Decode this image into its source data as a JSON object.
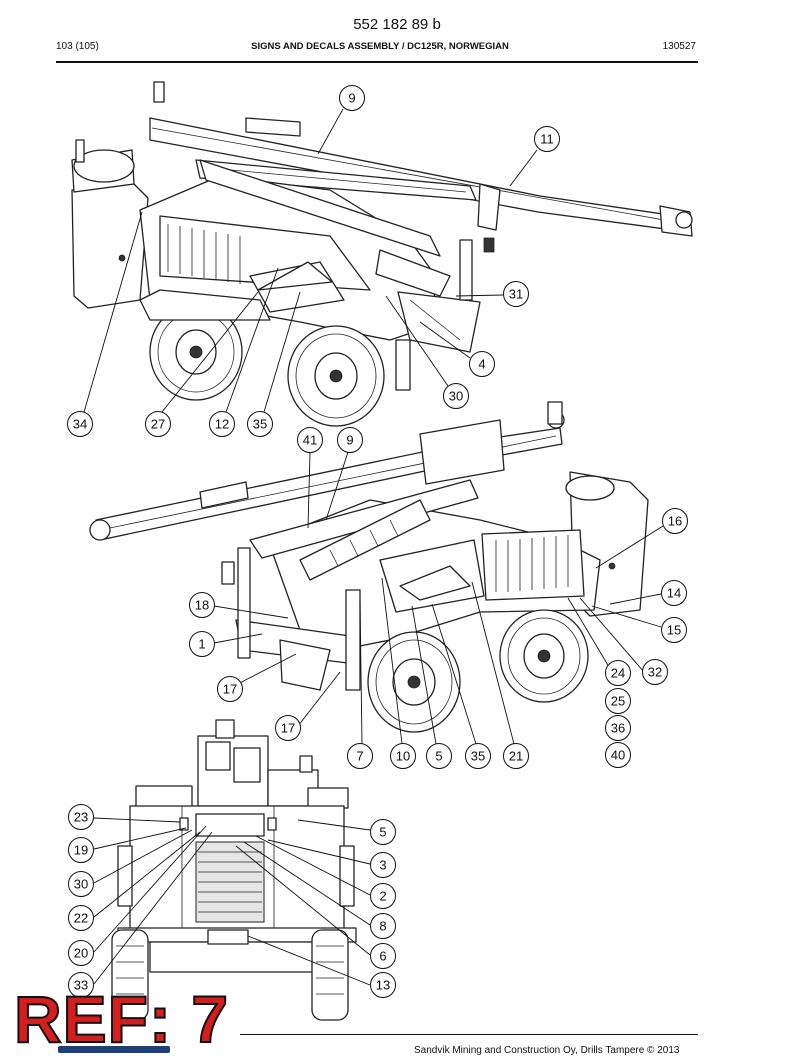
{
  "header": {
    "doc_number": "552 182 89 b",
    "page": "103 (105)",
    "title": "SIGNS AND DECALS ASSEMBLY / DC125R, NORWEGIAN",
    "code": "130527"
  },
  "footer": {
    "copyright": "Sandvik Mining and Construction Oy, Drills Tampere © 2013"
  },
  "stamp": {
    "text": "REF: 7",
    "color": "#d71e1e"
  },
  "views": {
    "top_view_callouts": [
      "9",
      "11",
      "31",
      "4",
      "30",
      "34",
      "27",
      "12",
      "35"
    ],
    "middle_view_callouts": [
      "41",
      "9",
      "16",
      "14",
      "15",
      "18",
      "1",
      "17",
      "17",
      "24",
      "32",
      "25",
      "36",
      "40",
      "7",
      "10",
      "5",
      "35",
      "21"
    ],
    "rear_view_callouts": [
      "23",
      "19",
      "30",
      "22",
      "20",
      "33",
      "5",
      "3",
      "2",
      "8",
      "6",
      "13"
    ]
  }
}
